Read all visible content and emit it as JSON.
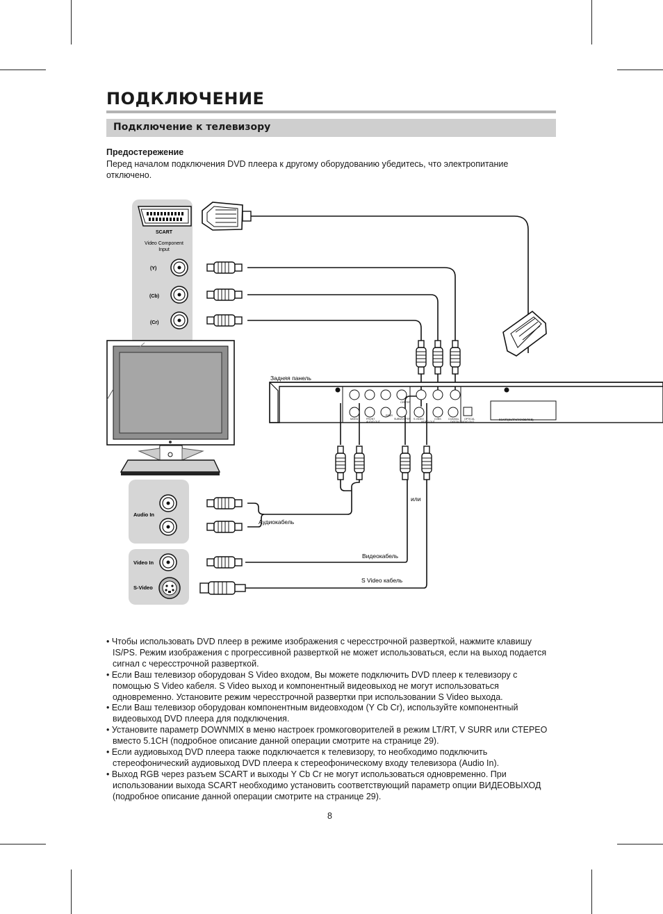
{
  "page": {
    "title": "ПОДКЛЮЧЕНИЕ",
    "section_heading": "Подключение к телевизору",
    "caution_title": "Предостережение",
    "caution_text": "Перед началом подключения DVD  плеера к другому оборудованию убедитесь, что электропитание отключено.",
    "page_number": "8"
  },
  "diagram": {
    "tv_panel": {
      "scart": "SCART",
      "component_line1": "Video Component",
      "component_line2": "Input",
      "y": "(Y)",
      "cb": "(Cb)",
      "cr": "(Cr)",
      "audio_in": "Audio In",
      "video_in": "Video In",
      "s_video": "S-Video"
    },
    "labels": {
      "rear_panel": "Задняя панель",
      "audio_cable": "Аудиокабель",
      "or": "или",
      "video_cable": "Видеокабель",
      "s_video_cable": "S  Video кабель"
    },
    "rear_panel_jacks": {
      "mixed": "MIXED",
      "front": "FRONT",
      "audio_out": "AUDIO OUT",
      "subwoofer": "SUBWOOFER",
      "center": "CENTER",
      "rear": "REAR",
      "s_video": "S-VIDEO",
      "cvbs": "CVBS",
      "video_out": "VIDEO OUT",
      "coaxial": "COAXIAL",
      "optical": "OPTICAL",
      "digital_audio_out": "DIGITAL AUDIO OUT",
      "scart_out": "SCART(OUTPUT/CVBS/RGB)"
    }
  },
  "notes": [
    "• Чтобы использовать DVD  плеер в режиме изображения с чересстрочной разверткой, нажмите клавишу IS/PS. Режим изображения с прогрессивной разверткой не может использоваться, если на выход подается сигнал с чересстрочной разверткой.",
    "• Если Ваш телевизор оборудован S  Video входом, Вы можете подключить DVD  плеер к телевизору с помощью S  Video кабеля. S  Video выход и компонентный видеовыход не могут использоваться одновременно. Установите режим чересстрочной развертки при использовании S  Video выхода.",
    "• Если Ваш телевизор оборудован компонентным видеовходом (Y Cb Cr), используйте компонентный видеовыход DVD  плеера для подключения.",
    "• Установите параметр DOWNMIX в меню настроек громкоговорителей в режим LT/RT, V SURR или СТЕРЕО вместо 5.1CH (подробное описание данной операции смотрите на странице 29).",
    "• Если аудиовыход DVD  плеера также подключается к телевизору, то необходимо подключить стереофонический аудиовыход DVD  плеера к стереофоническому входу телевизора (Audio In).",
    "• Выход RGB через разъем SCART и выходы Y Cb Cr не могут использоваться одновременно. При использовании выхода SCART необходимо установить соответствующий параметр опции ВИДЕОВЫХОД (подробное описание данной операции смотрите на странице 29)."
  ]
}
